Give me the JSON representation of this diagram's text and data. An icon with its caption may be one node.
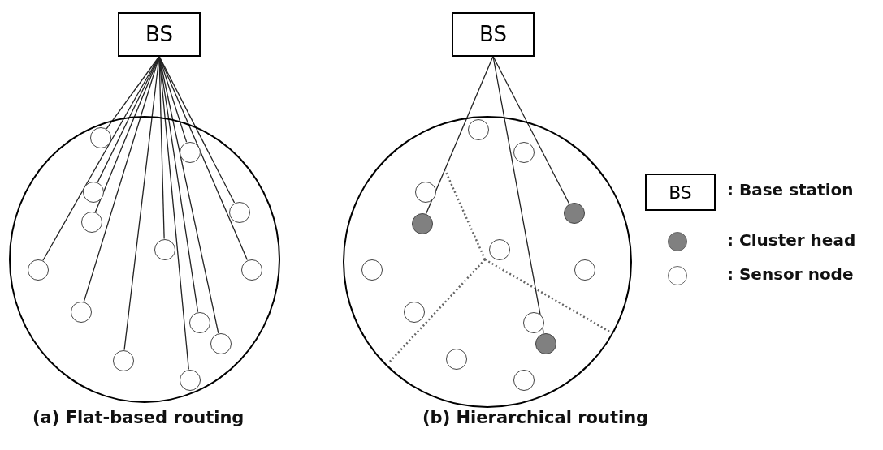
{
  "diagram": {
    "nodes": [
      {
        "text": [
          "BS"
        ]
      },
      {
        "text": [],
        "shape": "circle"
      },
      {
        "text": [],
        "shape": "circle",
        "in": 1
      },
      {
        "text": [],
        "shape": "circle",
        "in": 1
      },
      {
        "text": [],
        "shape": "circle",
        "in": 1
      },
      {
        "text": [],
        "shape": "circle",
        "in": 1
      },
      {
        "text": [],
        "shape": "circle",
        "in": 1
      },
      {
        "text": [],
        "shape": "circle",
        "in": 1
      },
      {
        "text": [],
        "shape": "circle",
        "in": 1
      },
      {
        "text": [],
        "shape": "circle",
        "in": 1
      },
      {
        "text": [],
        "shape": "circle",
        "in": 1
      },
      {
        "text": [],
        "shape": "circle",
        "in": 1
      },
      {
        "text": [],
        "shape": "circle",
        "in": 1
      },
      {
        "text": [],
        "shape": "circle",
        "in": 1
      },
      {
        "text": [],
        "shape": "circle",
        "in": 1
      },
      {
        "text": [
          "BS"
        ]
      },
      {
        "text": [],
        "shape": "circle"
      },
      {
        "text": [],
        "shape": "circle",
        "in": 16
      },
      {
        "text": [],
        "shape": "circle",
        "in": 16
      },
      {
        "text": [],
        "shape": "circle",
        "in": 16
      },
      {
        "text": [],
        "shape": "circle",
        "in": 16
      },
      {
        "text": [],
        "shape": "circle",
        "in": 16
      },
      {
        "text": [],
        "shape": "circle",
        "in": 16
      },
      {
        "text": [],
        "shape": "circle",
        "in": 16
      },
      {
        "text": [],
        "shape": "circle",
        "in": 16
      },
      {
        "text": [],
        "shape": "circle",
        "in": 16
      },
      {
        "text": [],
        "shape": "circle",
        "in": 16
      },
      {
        "text": [],
        "shape": "circle",
        "in": 16
      },
      {
        "text": [],
        "shape": "circle",
        "in": 16
      },
      {
        "text": [],
        "shape": "circle",
        "in": 16
      }
    ],
    "edges": [
      {
        "from": 0,
        "to": 2,
        "arrow": "none"
      },
      {
        "from": 0,
        "to": 3,
        "arrow": "none"
      },
      {
        "from": 0,
        "to": 4,
        "arrow": "none"
      },
      {
        "from": 0,
        "to": 5,
        "arrow": "none"
      },
      {
        "from": 0,
        "to": 6,
        "arrow": "none"
      },
      {
        "from": 0,
        "to": 7,
        "arrow": "none"
      },
      {
        "from": 0,
        "to": 8,
        "arrow": "none"
      },
      {
        "from": 0,
        "to": 9,
        "arrow": "none"
      },
      {
        "from": 0,
        "to": 10,
        "arrow": "none"
      },
      {
        "from": 0,
        "to": 11,
        "arrow": "none"
      },
      {
        "from": 0,
        "to": 12,
        "arrow": "none"
      },
      {
        "from": 0,
        "to": 13,
        "arrow": "none"
      },
      {
        "from": 0,
        "to": 14,
        "arrow": "none"
      },
      {
        "from": 15,
        "to": 21,
        "arrow": "none"
      },
      {
        "from": 15,
        "to": 20,
        "arrow": "none"
      },
      {
        "from": 15,
        "to": 27,
        "arrow": "none"
      }
    ],
    "labels": [
      "BS",
      "(a) Flat-based routing",
      "(b) Hierarchical routing"
    ],
    "legend": [
      {
        "text": ": Base station"
      },
      {
        "text": ": Cluster head",
        "color": "#808080"
      },
      {
        "text": ": Sensor node",
        "color": "#ffffff"
      }
    ]
  }
}
